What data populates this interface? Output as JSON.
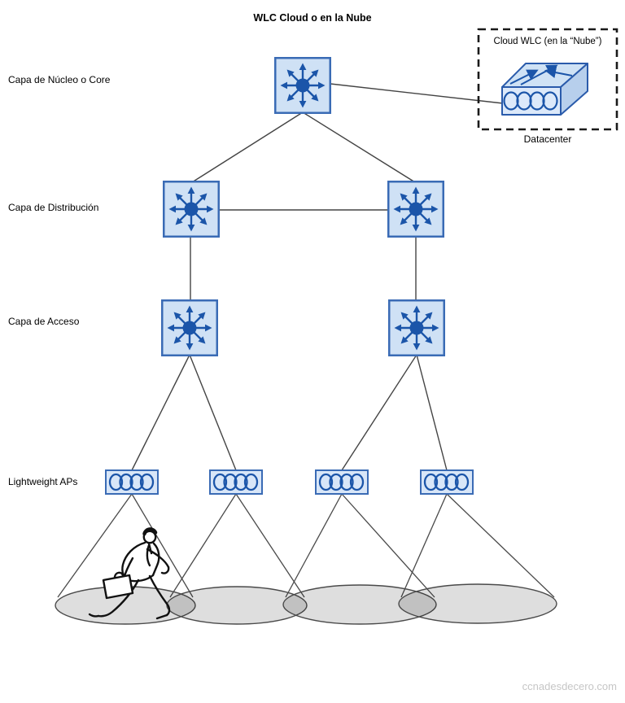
{
  "title": "WLC Cloud o en la Nube",
  "layer_labels": {
    "core": "Capa de Núcleo o Core",
    "distribution": "Capa de Distribución",
    "access": "Capa de Acceso",
    "aps": "Lightweight APs"
  },
  "datacenter_box": {
    "label": "Cloud WLC (en la “Nube”)",
    "caption": "Datacenter"
  },
  "watermark": "ccnadesdecero.com",
  "colors": {
    "device_fill": "#cfe1f5",
    "device_border": "#3a6bb5",
    "device_accent": "#1b55a9",
    "coverage_fill": "#d9d9d9",
    "coverage_stroke": "#4a4a4a",
    "link_line": "#444444"
  },
  "diagram": {
    "type": "network-topology",
    "layers": [
      {
        "label": "Capa de Núcleo o Core",
        "devices": [
          "core-switch"
        ]
      },
      {
        "label": "Capa de Distribución",
        "devices": [
          "distribution-switch-1",
          "distribution-switch-2"
        ]
      },
      {
        "label": "Capa de Acceso",
        "devices": [
          "access-switch-1",
          "access-switch-2"
        ]
      },
      {
        "label": "Lightweight APs",
        "devices": [
          "lightweight-ap-1",
          "lightweight-ap-2",
          "lightweight-ap-3",
          "lightweight-ap-4"
        ]
      }
    ],
    "external_device": {
      "name": "Cloud WLC (en la “Nube”)",
      "location": "Datacenter",
      "connected_to": "core-switch"
    },
    "links": [
      [
        "core-switch",
        "distribution-switch-1"
      ],
      [
        "core-switch",
        "distribution-switch-2"
      ],
      [
        "distribution-switch-1",
        "distribution-switch-2"
      ],
      [
        "distribution-switch-1",
        "access-switch-1"
      ],
      [
        "distribution-switch-2",
        "access-switch-2"
      ],
      [
        "access-switch-1",
        "lightweight-ap-1"
      ],
      [
        "access-switch-1",
        "lightweight-ap-2"
      ],
      [
        "access-switch-2",
        "lightweight-ap-3"
      ],
      [
        "access-switch-2",
        "lightweight-ap-4"
      ],
      [
        "core-switch",
        "cloud-wlc"
      ]
    ],
    "coverage_cells": 4,
    "user_figure": "running person with briefcase inside leftmost coverage cell"
  }
}
